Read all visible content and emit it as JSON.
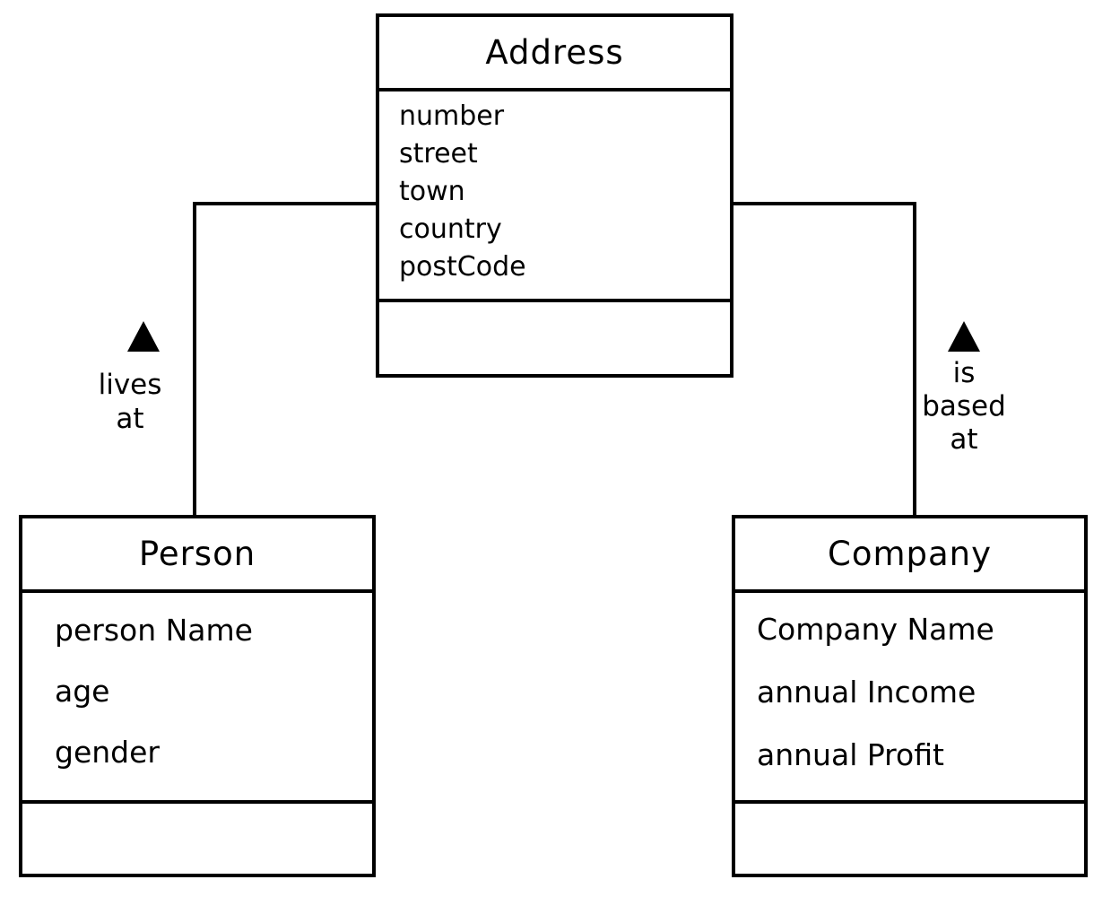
{
  "diagram": {
    "type": "uml-class-diagram",
    "colors": {
      "stroke": "#000000",
      "background": "#ffffff"
    },
    "classes": [
      {
        "title": "Address",
        "attributes": [
          "number",
          "street",
          "town",
          "country",
          "postCode"
        ],
        "methods": []
      },
      {
        "title": "Person",
        "attributes": [
          "person Name",
          "age",
          "gender"
        ],
        "methods": []
      },
      {
        "title": "Company",
        "attributes": [
          "Company Name",
          "annual Income",
          "annual Profit"
        ],
        "methods": []
      }
    ],
    "associations": [
      {
        "from": "Person",
        "to": "Address",
        "label": "lives at",
        "arrow": "solid-up-triangle"
      },
      {
        "from": "Company",
        "to": "Address",
        "label": "is based at",
        "arrow": "solid-up-triangle"
      }
    ]
  }
}
